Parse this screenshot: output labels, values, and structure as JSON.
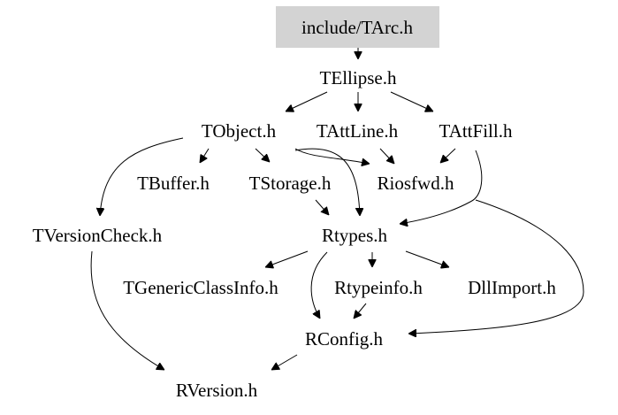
{
  "nodes": {
    "tarc": "include/TArc.h",
    "tellipse": "TEllipse.h",
    "tobject": "TObject.h",
    "tattline": "TAttLine.h",
    "tattfill": "TAttFill.h",
    "tbuffer": "TBuffer.h",
    "tstorage": "TStorage.h",
    "riosfwd": "Riosfwd.h",
    "tversioncheck": "TVersionCheck.h",
    "rtypes": "Rtypes.h",
    "tgenericclassinfo": "TGenericClassInfo.h",
    "rtypeinfo": "Rtypeinfo.h",
    "dllimport": "DllImport.h",
    "rconfig": "RConfig.h",
    "rversion": "RVersion.h"
  },
  "colors": {
    "root_fill": "#d3d3d3",
    "edge": "#000000"
  },
  "edges": [
    [
      "tarc",
      "tellipse"
    ],
    [
      "tellipse",
      "tobject"
    ],
    [
      "tellipse",
      "tattline"
    ],
    [
      "tellipse",
      "tattfill"
    ],
    [
      "tobject",
      "tbuffer"
    ],
    [
      "tobject",
      "tstorage"
    ],
    [
      "tobject",
      "riosfwd"
    ],
    [
      "tobject",
      "rtypes"
    ],
    [
      "tobject",
      "tversioncheck"
    ],
    [
      "tattline",
      "riosfwd"
    ],
    [
      "tattfill",
      "riosfwd"
    ],
    [
      "tattfill",
      "rtypes"
    ],
    [
      "tattfill",
      "rconfig"
    ],
    [
      "tstorage",
      "rtypes"
    ],
    [
      "tversioncheck",
      "rversion"
    ],
    [
      "rtypes",
      "tgenericclassinfo"
    ],
    [
      "rtypes",
      "rtypeinfo"
    ],
    [
      "rtypes",
      "dllimport"
    ],
    [
      "rtypes",
      "rconfig"
    ],
    [
      "rtypeinfo",
      "rconfig"
    ],
    [
      "rconfig",
      "rversion"
    ]
  ]
}
